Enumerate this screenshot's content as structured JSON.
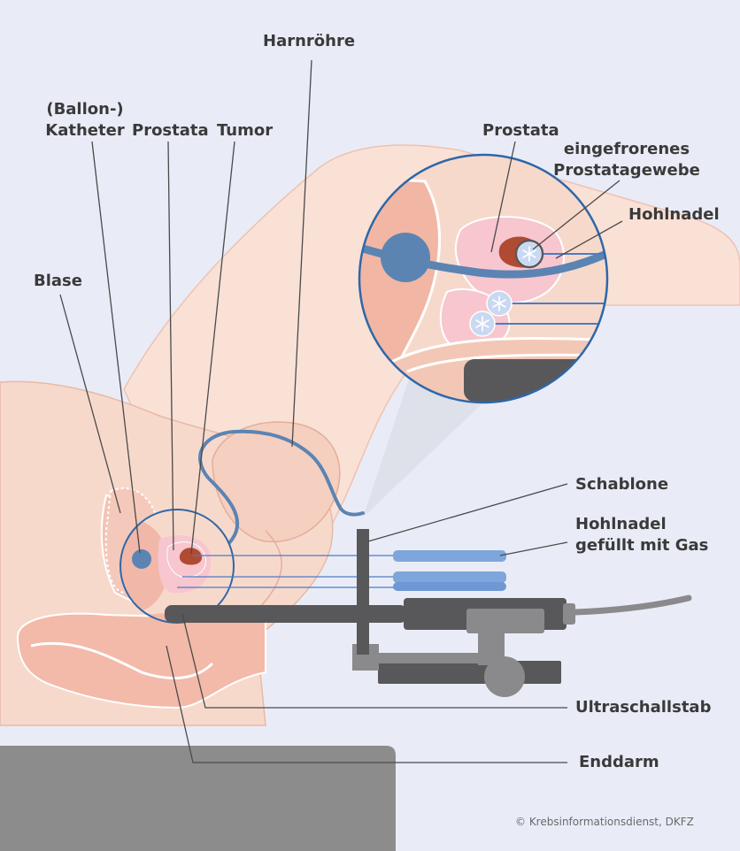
{
  "labels": {
    "harnroehre": "Harnröhre",
    "ballon_katheter_line1": "(Ballon-)",
    "ballon_katheter_line2": "Katheter",
    "prostata": "Prostata",
    "tumor": "Tumor",
    "blase": "Blase",
    "detail_prostata": "Prostata",
    "eingefroren_line1": "eingefrorenes",
    "eingefroren_line2": "Prostatagewebe",
    "hohlnadel": "Hohlnadel",
    "schablone": "Schablone",
    "hohlnadel_gas_line1": "Hohlnadel",
    "hohlnadel_gas_line2": "gefüllt mit Gas",
    "ultraschallstab": "Ultraschallstab",
    "enddarm": "Enddarm"
  },
  "credit": "© Krebsinformationsdienst, DKFZ",
  "colors": {
    "background": "#e9ecf7",
    "skin": "#f7d9cc",
    "skin_outline": "#e8b9a6",
    "tissue_pink": "#f1b7a8",
    "prostata_pink": "#f7c6cf",
    "tumor": "#b04a33",
    "catheter_blue": "#5b84b3",
    "needle_blue": "#7fa6dc",
    "device_dark": "#58585a",
    "device_mid": "#8a8a8c",
    "table_gray": "#8c8c8c",
    "leader_line": "#4a4a4a"
  },
  "icons": [
    "snowflake-icon",
    "snowflake-icon",
    "snowflake-icon",
    "snowflake-icon"
  ]
}
